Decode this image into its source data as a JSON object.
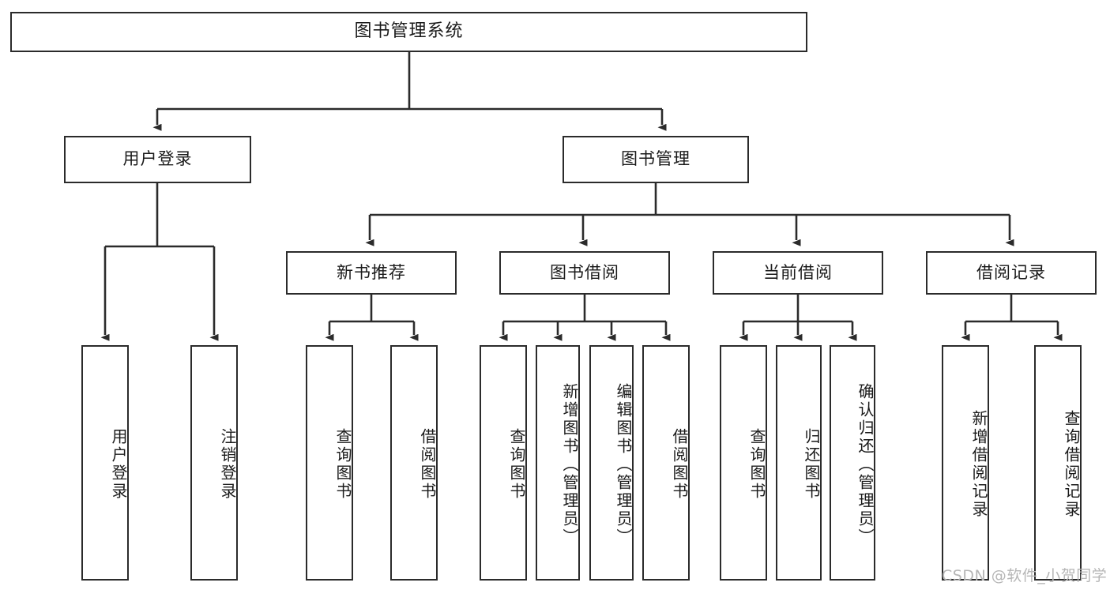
{
  "diagram": {
    "type": "tree-hierarchy-chart",
    "title": "图书管理系统",
    "watermark": "CSDN @软件_小贺同学",
    "colors": {
      "box_border": "#2b2b2b",
      "box_fill": "#ffffff",
      "connector": "#2b2b2b",
      "text": "#1a1a1a",
      "watermark": "#b6b6b6",
      "background": "#ffffff"
    },
    "nodes": {
      "root": {
        "label": "图书管理系统"
      },
      "level2": [
        {
          "id": "user-login",
          "label": "用户登录"
        },
        {
          "id": "book-manage",
          "label": "图书管理"
        }
      ],
      "level3": [
        {
          "id": "new-book-recommend",
          "label": "新书推荐"
        },
        {
          "id": "book-borrow",
          "label": "图书借阅"
        },
        {
          "id": "current-borrow",
          "label": "当前借阅"
        },
        {
          "id": "borrow-record",
          "label": "借阅记录"
        }
      ],
      "leaves": {
        "user_login": [
          {
            "id": "leaf-user-login",
            "label": "用户登录"
          },
          {
            "id": "leaf-user-logout",
            "label": "注销登录"
          }
        ],
        "new_book_recommend": [
          {
            "id": "leaf-query-book-1",
            "label": "查询图书"
          },
          {
            "id": "leaf-borrow-book-1",
            "label": "借阅图书"
          }
        ],
        "book_borrow": [
          {
            "id": "leaf-query-book-2",
            "label": "查询图书"
          },
          {
            "id": "leaf-add-book",
            "label": "新增图书（管理员）"
          },
          {
            "id": "leaf-edit-book",
            "label": "编辑图书（管理员）"
          },
          {
            "id": "leaf-borrow-book-2",
            "label": "借阅图书"
          }
        ],
        "current_borrow": [
          {
            "id": "leaf-query-book-3",
            "label": "查询图书"
          },
          {
            "id": "leaf-return-book",
            "label": "归还图书"
          },
          {
            "id": "leaf-confirm-return",
            "label": "确认归还（管理员）"
          }
        ],
        "borrow_record": [
          {
            "id": "leaf-add-record",
            "label": "新增借阅记录"
          },
          {
            "id": "leaf-query-record",
            "label": "查询借阅记录"
          }
        ]
      }
    }
  }
}
